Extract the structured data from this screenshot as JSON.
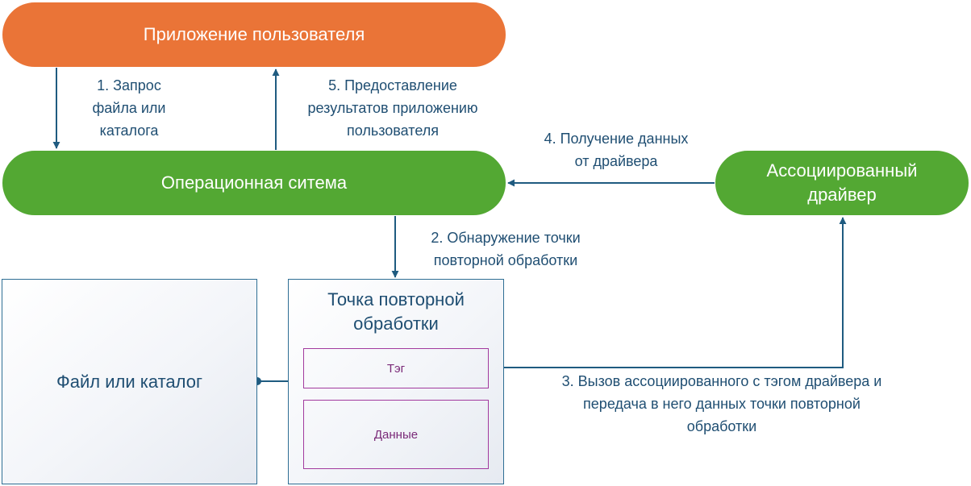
{
  "nodes": {
    "user_app": "Приложение пользователя",
    "os": "Операционная ситема",
    "driver_line1": "Ассоциированный",
    "driver_line2": "драйвер",
    "file": "Файл или каталог",
    "reparse_line1": "Точка повторной",
    "reparse_line2": "обработки",
    "tag": "Тэг",
    "data": "Данные"
  },
  "steps": {
    "s1": [
      "1. Запрос",
      "файла или",
      "каталога"
    ],
    "s2": [
      "2. Обнаружение точки",
      "повторной обработки"
    ],
    "s3": [
      "3. Вызов ассоциированного с тэгом драйвера и",
      "передача в него данных точки повторной",
      "обработки"
    ],
    "s4": [
      "4. Получение данных",
      "от драйвера"
    ],
    "s5": [
      "5. Предоставление",
      "результатов приложению",
      "пользователя"
    ]
  },
  "colors": {
    "orange": "#ea7437",
    "green": "#53a833",
    "arrow": "#1f5b80",
    "text_blue": "#1f4e72",
    "purple": "#a23a9e"
  }
}
